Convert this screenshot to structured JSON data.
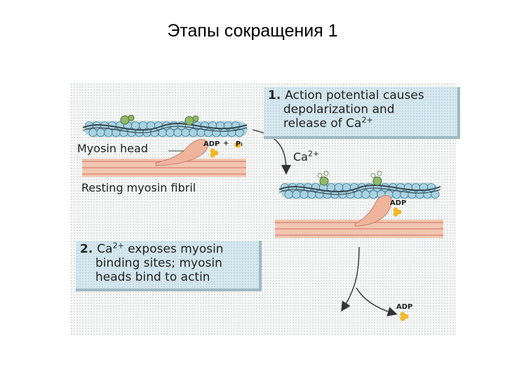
{
  "slide": {
    "title": "Этапы сокращения 1"
  },
  "step1": {
    "number": "1.",
    "line1": "Action potential causes",
    "line2": "depolarization and",
    "line3_prefix": "release of Ca",
    "line3_sup": "2+"
  },
  "step2": {
    "number": "2.",
    "line1_prefix": "Ca",
    "line1_sup": "2+",
    "line1_suffix": " exposes myosin",
    "line2": "binding sites; myosin",
    "line3": "heads bind to actin"
  },
  "labels": {
    "myosin_head": "Myosin head",
    "resting_fibril": "Resting myosin fibril",
    "adp_top": "ADP",
    "plus": "+",
    "pi": "P",
    "pi_sub": "i",
    "ca_label": "Ca",
    "ca_sup": "2+",
    "adp_middle": "ADP",
    "adp_bottom": "ADP"
  },
  "colors": {
    "actin_bead": "#a9d3e3",
    "troponin": "#8fba6a",
    "fibril": "#f2c6b0",
    "fibril_line": "#d98b7a",
    "myosin_head": "#f0b39c",
    "adp_bead": "#f2b72a",
    "callout_bg": "#d6e8ef"
  }
}
